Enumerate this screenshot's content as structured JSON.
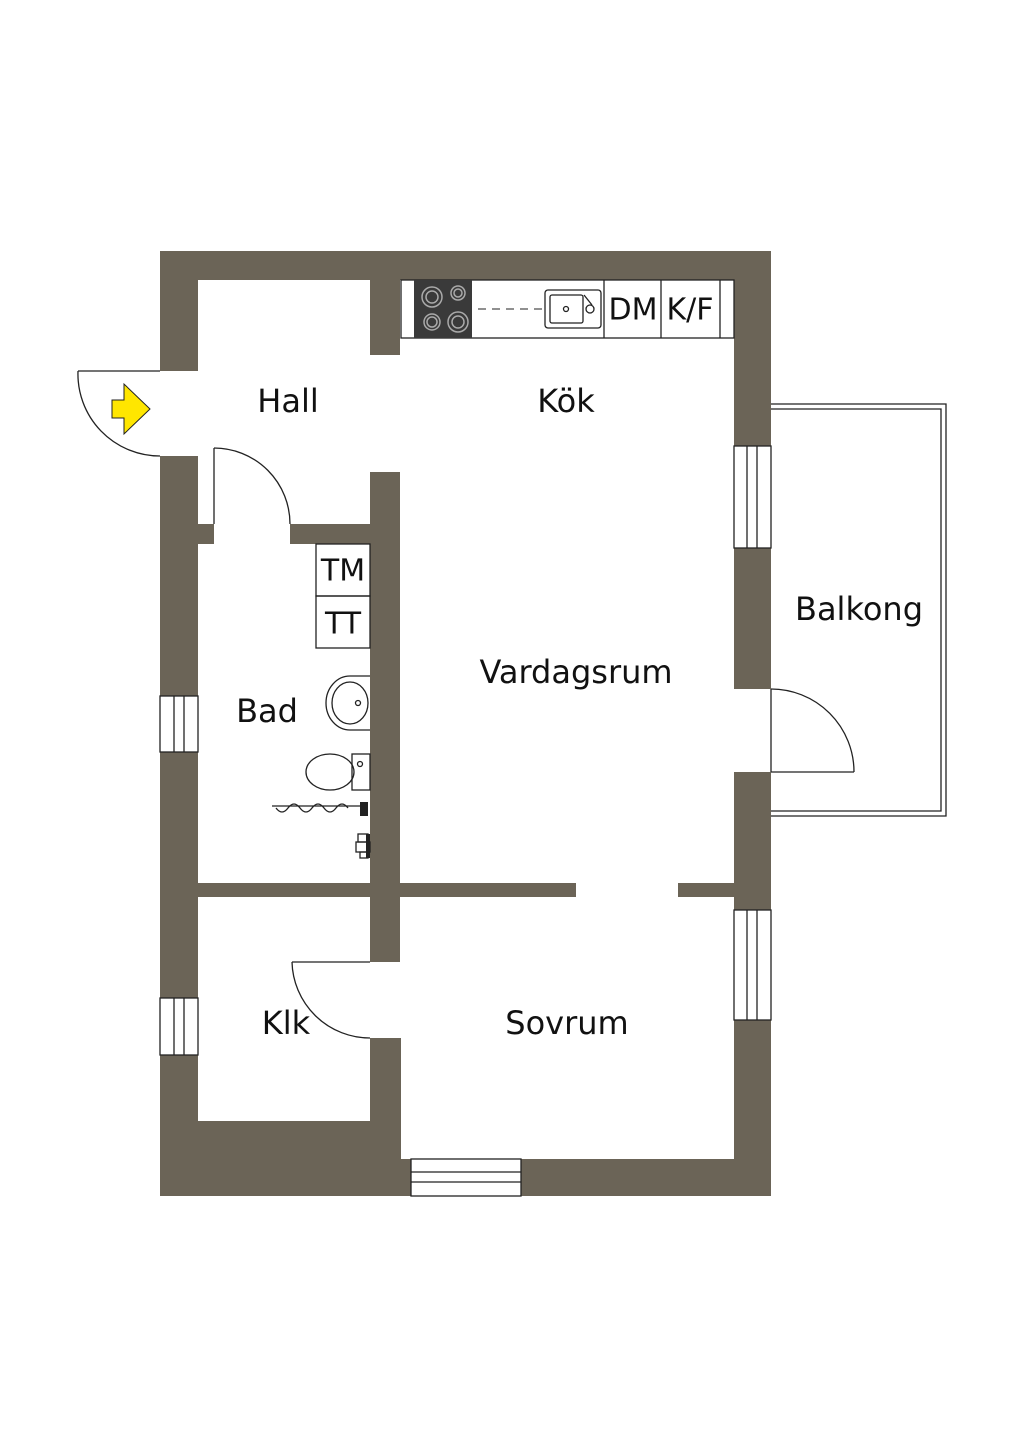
{
  "rooms": {
    "hall": "Hall",
    "kok": "Kök",
    "balkong": "Balkong",
    "vardagsrum": "Vardagsrum",
    "bad": "Bad",
    "klk": "Klk",
    "sovrum": "Sovrum"
  },
  "appliances": {
    "dm": "DM",
    "kf": "K/F",
    "tm": "TM",
    "tt": "TT"
  },
  "colors": {
    "wall": "#6b6457",
    "entry_arrow": "#ffe600",
    "stove": "#3a3a3a"
  },
  "icons": {
    "entry": "entry-arrow-icon",
    "stove": "stove-icon",
    "sink": "sink-icon",
    "washbasin": "washbasin-icon",
    "toilet": "toilet-icon",
    "radiator": "towel-radiator-icon",
    "shower": "shower-mixer-icon"
  }
}
